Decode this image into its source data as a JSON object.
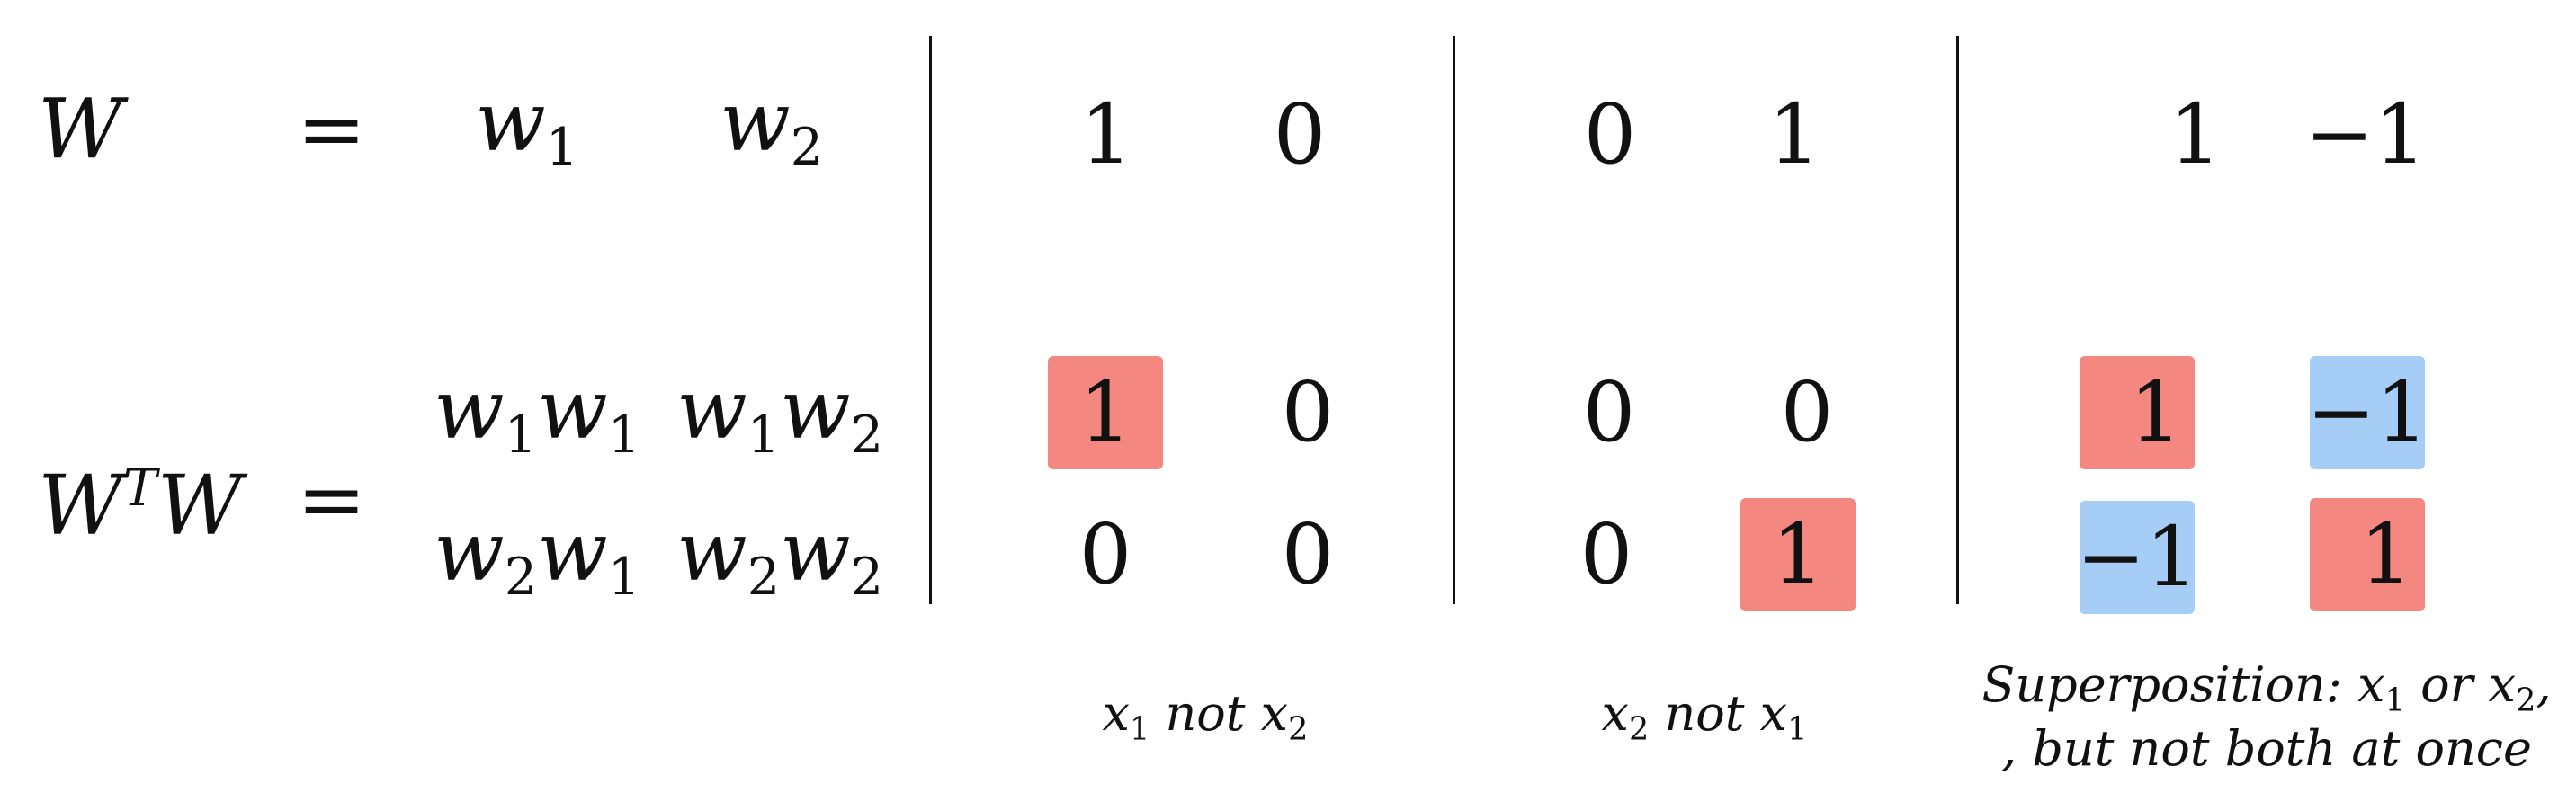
{
  "labels": {
    "W": "W",
    "WT_base": "W",
    "WT_sup": "T",
    "WT_tail": "W",
    "equals_top": "=",
    "equals_bottom": "="
  },
  "symbolic": {
    "top": {
      "c1_base": "w",
      "c1_sub": "1",
      "c2_base": "w",
      "c2_sub": "2"
    },
    "gram": {
      "r1c1": {
        "a": "w",
        "a_sub": "1",
        "b": "w",
        "b_sub": "1"
      },
      "r1c2": {
        "a": "w",
        "a_sub": "1",
        "b": "w",
        "b_sub": "2"
      },
      "r2c1": {
        "a": "w",
        "a_sub": "2",
        "b": "w",
        "b_sub": "1"
      },
      "r2c2": {
        "a": "w",
        "a_sub": "2",
        "b": "w",
        "b_sub": "2"
      }
    }
  },
  "panels": [
    {
      "w": [
        "1",
        "0"
      ],
      "gram": [
        [
          "1",
          "0"
        ],
        [
          "0",
          "0"
        ]
      ],
      "caption": {
        "a": "x",
        "a_sub": "1",
        "mid": "not",
        "b": "x",
        "b_sub": "2"
      }
    },
    {
      "w": [
        "0",
        "1"
      ],
      "gram": [
        [
          "0",
          "0"
        ],
        [
          "0",
          "1"
        ]
      ],
      "caption": {
        "a": "x",
        "a_sub": "2",
        "mid": "not",
        "b": "x",
        "b_sub": "1"
      }
    },
    {
      "w": [
        "1",
        "−1"
      ],
      "gram": [
        [
          "1",
          "−1"
        ],
        [
          "−1",
          "1"
        ]
      ],
      "caption": {
        "prefix": "Superposition:",
        "a": "x",
        "a_sub": "1",
        "mid": "or",
        "b": "x",
        "b_sub": "2",
        "suffix": ",",
        "line2": ", but not both at once"
      }
    }
  ],
  "colors": {
    "positive_highlight": "#f4877f",
    "negative_highlight": "#a6cdf5",
    "ink": "#111111"
  }
}
